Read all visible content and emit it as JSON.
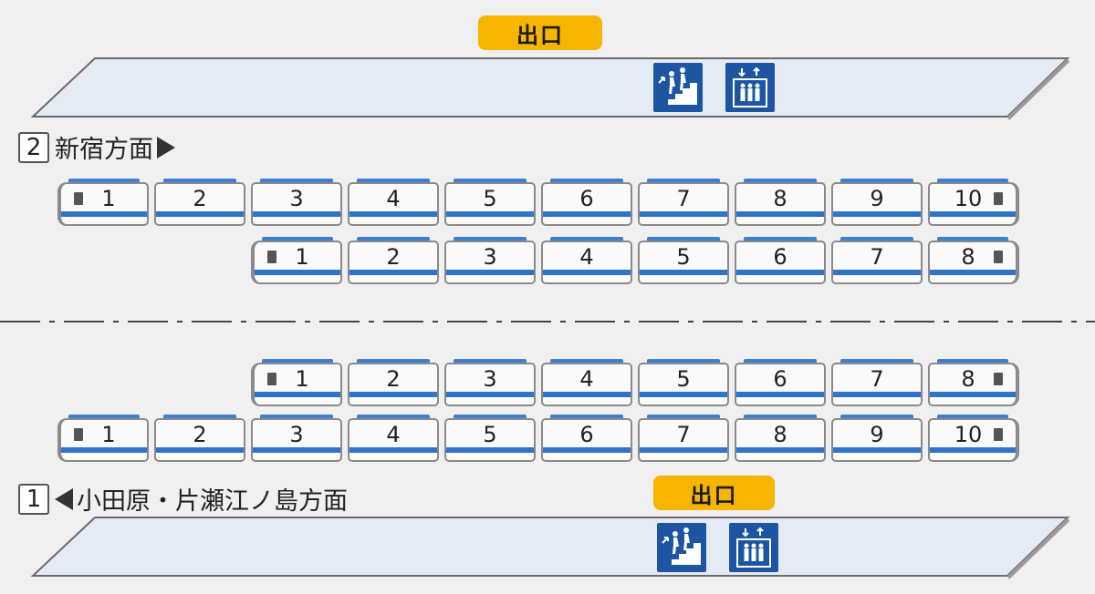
{
  "colors": {
    "exit_badge": "#f7b500",
    "platform_fill": "#e4ebf5",
    "icon_bg": "#1d55a3",
    "car_stripe": "#2f74c8"
  },
  "top_platform": {
    "exit_label": "出口",
    "icons": [
      "stairs-icon",
      "elevator-icon"
    ]
  },
  "bottom_platform": {
    "exit_label": "出口",
    "icons": [
      "stairs-icon",
      "elevator-icon"
    ]
  },
  "track2": {
    "number": "2",
    "direction": "新宿方面"
  },
  "track1": {
    "number": "1",
    "direction": "小田原・片瀬江ノ島方面"
  },
  "trains": {
    "track2_ten_car": [
      "1",
      "2",
      "3",
      "4",
      "5",
      "6",
      "7",
      "8",
      "9",
      "10"
    ],
    "track2_eight_car": [
      "1",
      "2",
      "3",
      "4",
      "5",
      "6",
      "7",
      "8"
    ],
    "track1_eight_car": [
      "1",
      "2",
      "3",
      "4",
      "5",
      "6",
      "7",
      "8"
    ],
    "track1_ten_car": [
      "1",
      "2",
      "3",
      "4",
      "5",
      "6",
      "7",
      "8",
      "9",
      "10"
    ]
  }
}
